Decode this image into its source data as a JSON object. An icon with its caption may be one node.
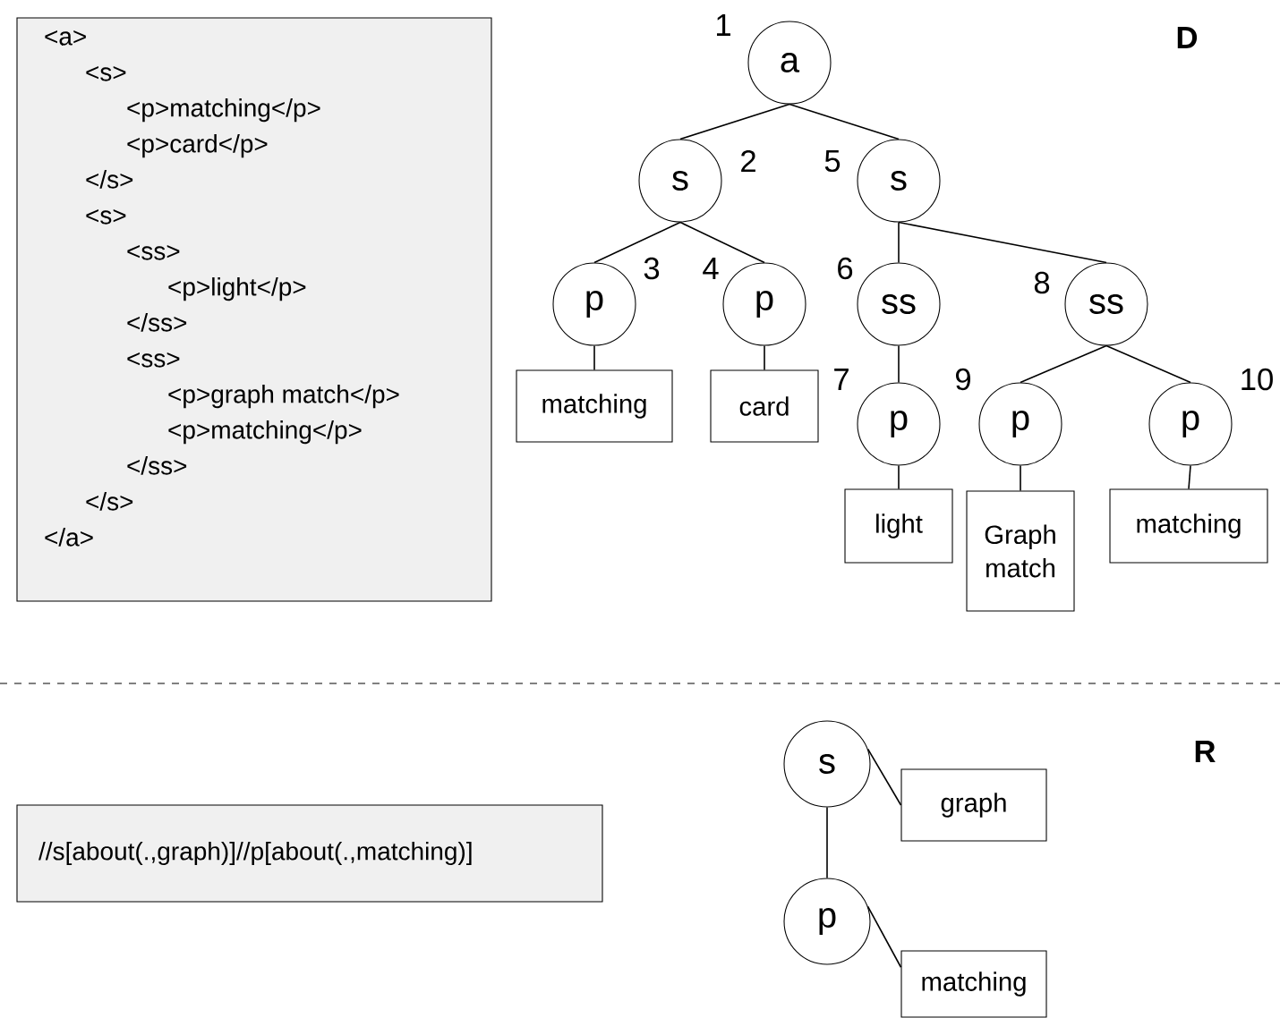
{
  "diagram": {
    "nodes": [
      {
        "text": [
          "<a>",
          "<s>",
          "<p>matching</p>",
          "<p>card</p>",
          "</s>",
          "<s>",
          "<ss>",
          "<p>light</p>",
          "</ss>",
          "<ss>",
          "<p>graph match</p>",
          "<p>matching</p>",
          "</ss>",
          "</s>",
          "</a>"
        ]
      },
      {
        "text": [
          "a"
        ],
        "beside": [
          "1"
        ]
      },
      {
        "text": [
          "s"
        ],
        "beside": [
          "2"
        ]
      },
      {
        "text": [
          "p"
        ],
        "beside": [
          "3"
        ]
      },
      {
        "text": [
          "matching"
        ]
      },
      {
        "text": [
          "p"
        ],
        "beside": [
          "4"
        ]
      },
      {
        "text": [
          "card"
        ]
      },
      {
        "text": [
          "s"
        ],
        "beside": [
          "5"
        ]
      },
      {
        "text": [
          "ss"
        ],
        "beside": [
          "6"
        ]
      },
      {
        "text": [
          "p"
        ],
        "beside": [
          "7"
        ]
      },
      {
        "text": [
          "light"
        ]
      },
      {
        "text": [
          "ss"
        ],
        "beside": [
          "8"
        ]
      },
      {
        "text": [
          "p"
        ],
        "beside": [
          "9"
        ]
      },
      {
        "text": [
          "Graph match"
        ]
      },
      {
        "text": [
          "p"
        ],
        "beside": [
          "10"
        ]
      },
      {
        "text": [
          "matching"
        ]
      },
      {
        "text": [
          "//s[about(.,graph)]//p[about(.,matching)]"
        ]
      },
      {
        "text": [
          "s"
        ]
      },
      {
        "text": [
          "graph"
        ]
      },
      {
        "text": [
          "p"
        ]
      },
      {
        "text": [
          "matching"
        ]
      }
    ],
    "edges": [
      {
        "from": 1,
        "to": 2,
        "arrow": "none"
      },
      {
        "from": 1,
        "to": 7,
        "arrow": "none"
      },
      {
        "from": 2,
        "to": 3,
        "arrow": "none"
      },
      {
        "from": 3,
        "to": 4,
        "arrow": "none"
      },
      {
        "from": 2,
        "to": 5,
        "arrow": "none"
      },
      {
        "from": 5,
        "to": 6,
        "arrow": "none"
      },
      {
        "from": 7,
        "to": 8,
        "arrow": "none"
      },
      {
        "from": 8,
        "to": 9,
        "arrow": "none"
      },
      {
        "from": 9,
        "to": 10,
        "arrow": "none"
      },
      {
        "from": 7,
        "to": 11,
        "arrow": "none"
      },
      {
        "from": 11,
        "to": 12,
        "arrow": "none"
      },
      {
        "from": 12,
        "to": 13,
        "arrow": "none"
      },
      {
        "from": 11,
        "to": 14,
        "arrow": "none"
      },
      {
        "from": 14,
        "to": 15,
        "arrow": "none"
      },
      {
        "from": 17,
        "to": 18,
        "arrow": "none"
      },
      {
        "from": 17,
        "to": 19,
        "arrow": "none"
      },
      {
        "from": 19,
        "to": 20,
        "arrow": "none"
      }
    ],
    "labels": [
      "D",
      "R"
    ]
  }
}
